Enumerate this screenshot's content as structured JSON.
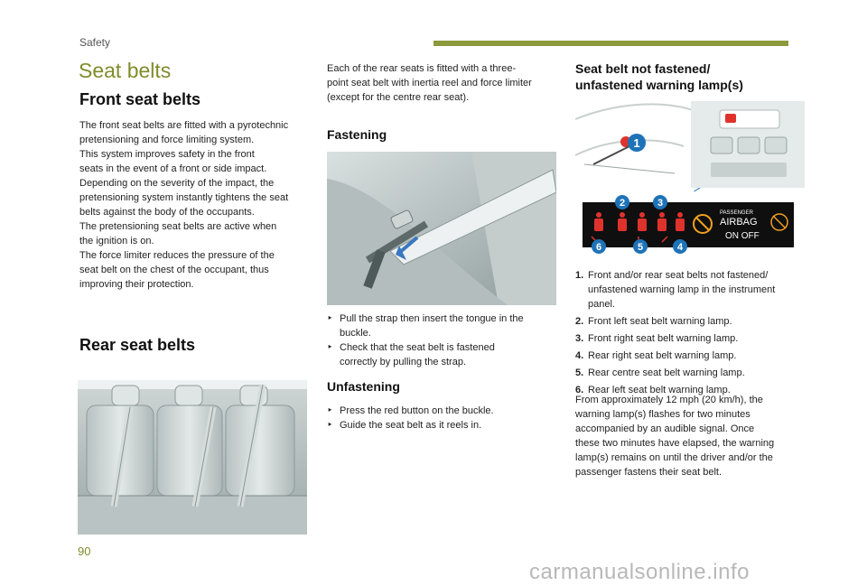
{
  "header": {
    "section": "Safety"
  },
  "title": "Seat belts",
  "front": {
    "heading": "Front seat belts",
    "lines": [
      "The front seat belts are fitted with a pyrotechnic",
      "pretensioning and force limiting system.",
      "This system improves safety in the front",
      "seats in the event of a front or side impact.",
      "Depending on the severity of the impact, the",
      "pretensioning system instantly tightens the seat",
      "belts against the body of the occupants.",
      "The pretensioning seat belts are active when",
      "the ignition is on.",
      "The force limiter reduces the pressure of the",
      "seat belt on the chest of the occupant, thus",
      "improving their protection."
    ]
  },
  "rear": {
    "heading": "Rear seat belts",
    "lines": [
      "Each of the rear seats is fitted with a three-",
      "point seat belt with inertia reel and force limiter",
      "(except for the centre rear seat)."
    ]
  },
  "fastening": {
    "heading": "Fastening",
    "bullets": [
      [
        "Pull the strap then insert the tongue in the",
        "buckle."
      ],
      [
        "Check that the seat belt is fastened",
        "correctly by pulling the strap."
      ]
    ]
  },
  "unfastening": {
    "heading": "Unfastening",
    "bullets": [
      "Press the red button on the buckle.",
      "Guide the seat belt as it reels in."
    ]
  },
  "warning": {
    "heading_line1": "Seat belt not fastened/",
    "heading_line2": "unfastened warning lamp(s)",
    "panel_labels": {
      "passenger": "PASSENGER",
      "airbag": "AIRBAG",
      "on_off": "ON  OFF"
    },
    "callouts": [
      "1",
      "2",
      "3",
      "4",
      "5",
      "6"
    ],
    "items": [
      {
        "num": "1.",
        "lines": [
          "Front and/or rear seat belts not fastened/",
          "unfastened warning lamp in the instrument",
          "panel."
        ]
      },
      {
        "num": "2.",
        "lines": [
          "Front left seat belt warning lamp."
        ]
      },
      {
        "num": "3.",
        "lines": [
          "Front right seat belt warning lamp."
        ]
      },
      {
        "num": "4.",
        "lines": [
          "Rear right seat belt warning lamp."
        ]
      },
      {
        "num": "5.",
        "lines": [
          "Rear centre seat belt warning lamp."
        ]
      },
      {
        "num": "6.",
        "lines": [
          "Rear left seat belt warning lamp."
        ]
      }
    ],
    "closing": [
      "From approximately 12 mph (20 km/h), the",
      "warning lamp(s) flashes for two minutes",
      "accompanied by an audible signal. Once",
      "these two minutes have elapsed, the warning",
      "lamp(s) remains on until the driver and/or the",
      "passenger fastens their seat belt."
    ]
  },
  "footer": {
    "page_number": "90",
    "watermark": "carmanualsonline.info"
  },
  "colors": {
    "accent": "#8c9a3c",
    "title": "#7f8c2b",
    "callout": "#1e73b8",
    "warning_red": "#e0322d"
  }
}
